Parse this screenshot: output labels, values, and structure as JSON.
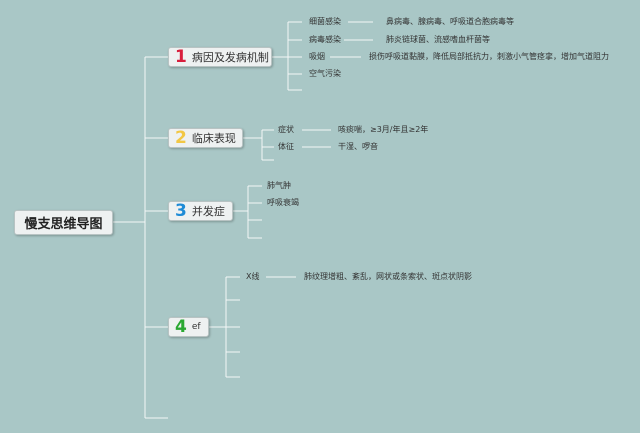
{
  "central": "慢支思维导图",
  "branches": [
    {
      "num": "1",
      "num_color": "#d81e3c",
      "label": "病因及发病机制",
      "children": [
        {
          "label": "细菌感染",
          "detail": "鼻病毒、腺病毒、呼吸道合胞病毒等"
        },
        {
          "label": "病毒感染",
          "detail": "肺炎链球菌、流感嗜血杆菌等"
        },
        {
          "label": "吸烟",
          "detail": "损伤呼吸道黏膜，降低局部抵抗力，刺激小气管痉挛，增加气道阻力"
        },
        {
          "label": "空气污染",
          "detail": ""
        }
      ]
    },
    {
      "num": "2",
      "num_color": "#f2c744",
      "label": "临床表现",
      "children": [
        {
          "label": "症状",
          "detail": "咳痰喘，≥3月/年且≥2年"
        },
        {
          "label": "体征",
          "detail": "干湿、啰音"
        }
      ]
    },
    {
      "num": "3",
      "num_color": "#1e8bd6",
      "label": "并发症",
      "children": [
        {
          "label": "肺气肿",
          "detail": ""
        },
        {
          "label": "呼吸衰竭",
          "detail": ""
        }
      ]
    },
    {
      "num": "4",
      "num_color": "#2aa832",
      "label": "ef",
      "children": [
        {
          "label": "X线",
          "detail": "肺纹理增粗、紊乱，网状或条索状、斑点状阴影"
        }
      ]
    }
  ]
}
